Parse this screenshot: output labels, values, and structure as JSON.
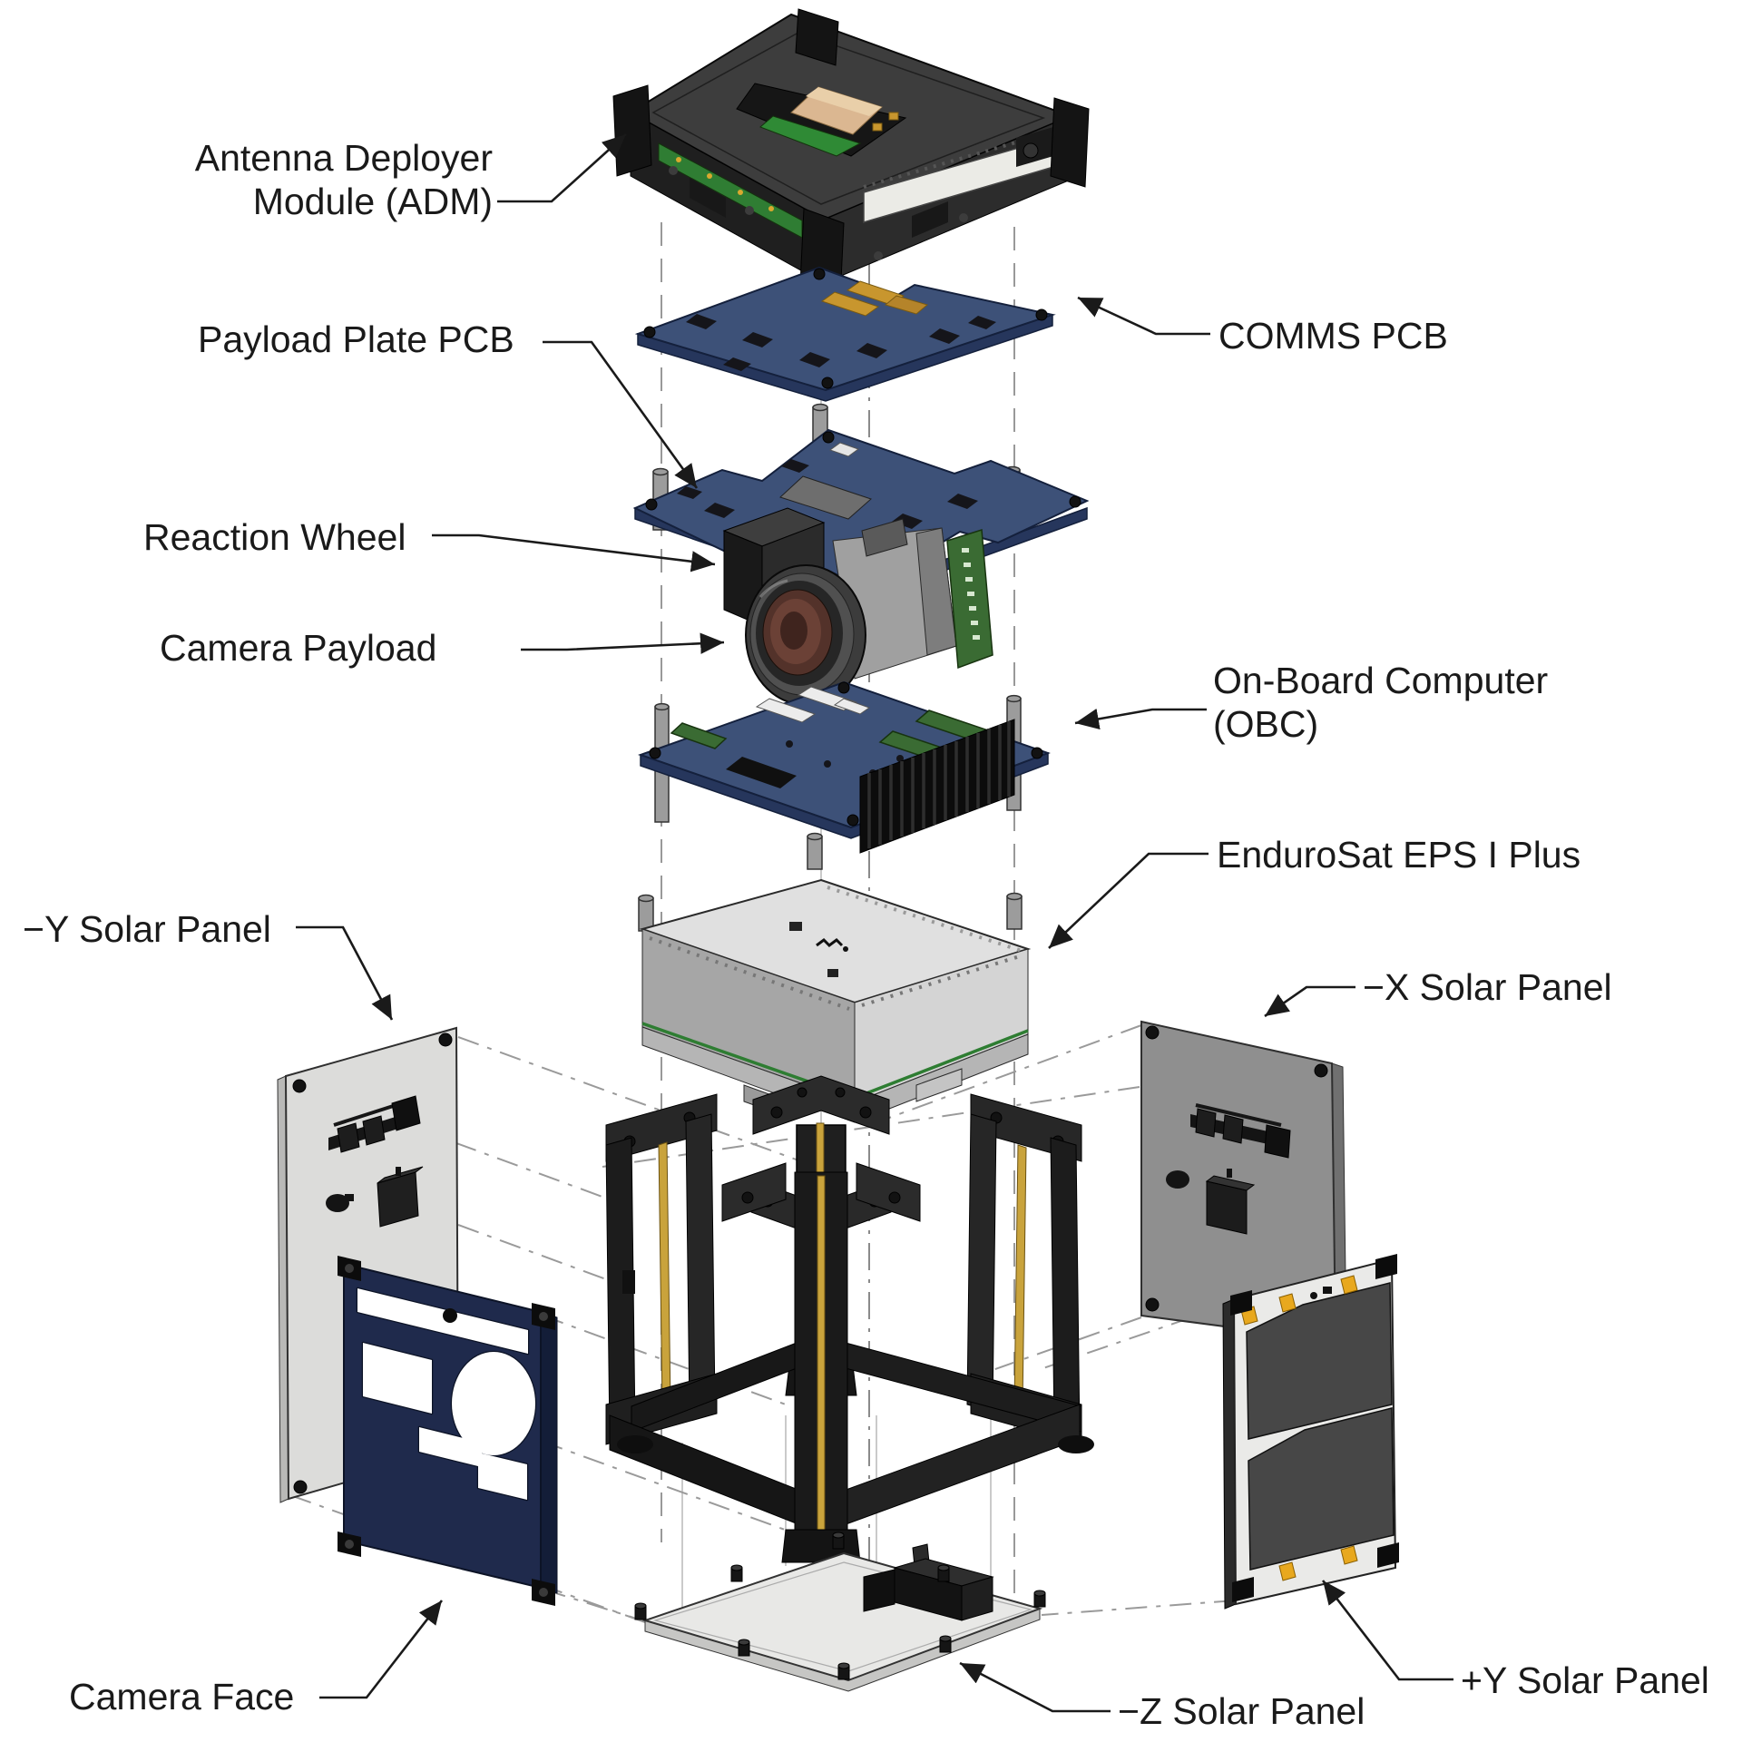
{
  "labels": {
    "adm": "Antenna Deployer\nModule (ADM)",
    "payload_plate": "Payload Plate PCB",
    "reaction_wheel": "Reaction Wheel",
    "camera_payload": "Camera Payload",
    "comms": "COMMS PCB",
    "obc": "On-Board Computer\n(OBC)",
    "eps": "EnduroSat EPS I Plus",
    "minus_x": "−X Solar Panel",
    "minus_y": "−Y Solar Panel",
    "camera_face": "Camera Face",
    "plus_y": "+Y Solar Panel",
    "minus_z": "−Z Solar Panel"
  },
  "colors": {
    "pcb_blue": "#3d5178",
    "pcb_edge": "#26365c",
    "pcb_green": "#3a6b33",
    "connector_gold": "#c8962e",
    "gold_rail": "#c9a33c",
    "frame_black": "#1f1f1f",
    "panel_navy": "#1f2a4c",
    "panel_light": "#dcdcda",
    "panel_shaded": "#8f8f8f",
    "solar_cell": "#474747",
    "pad_orange": "#e8a81e",
    "metal_grey": "#9c9c9c",
    "eps_grey": "#e0e0e0",
    "lens_brown": "#6b4136",
    "label_text": "#1a1a1a"
  }
}
